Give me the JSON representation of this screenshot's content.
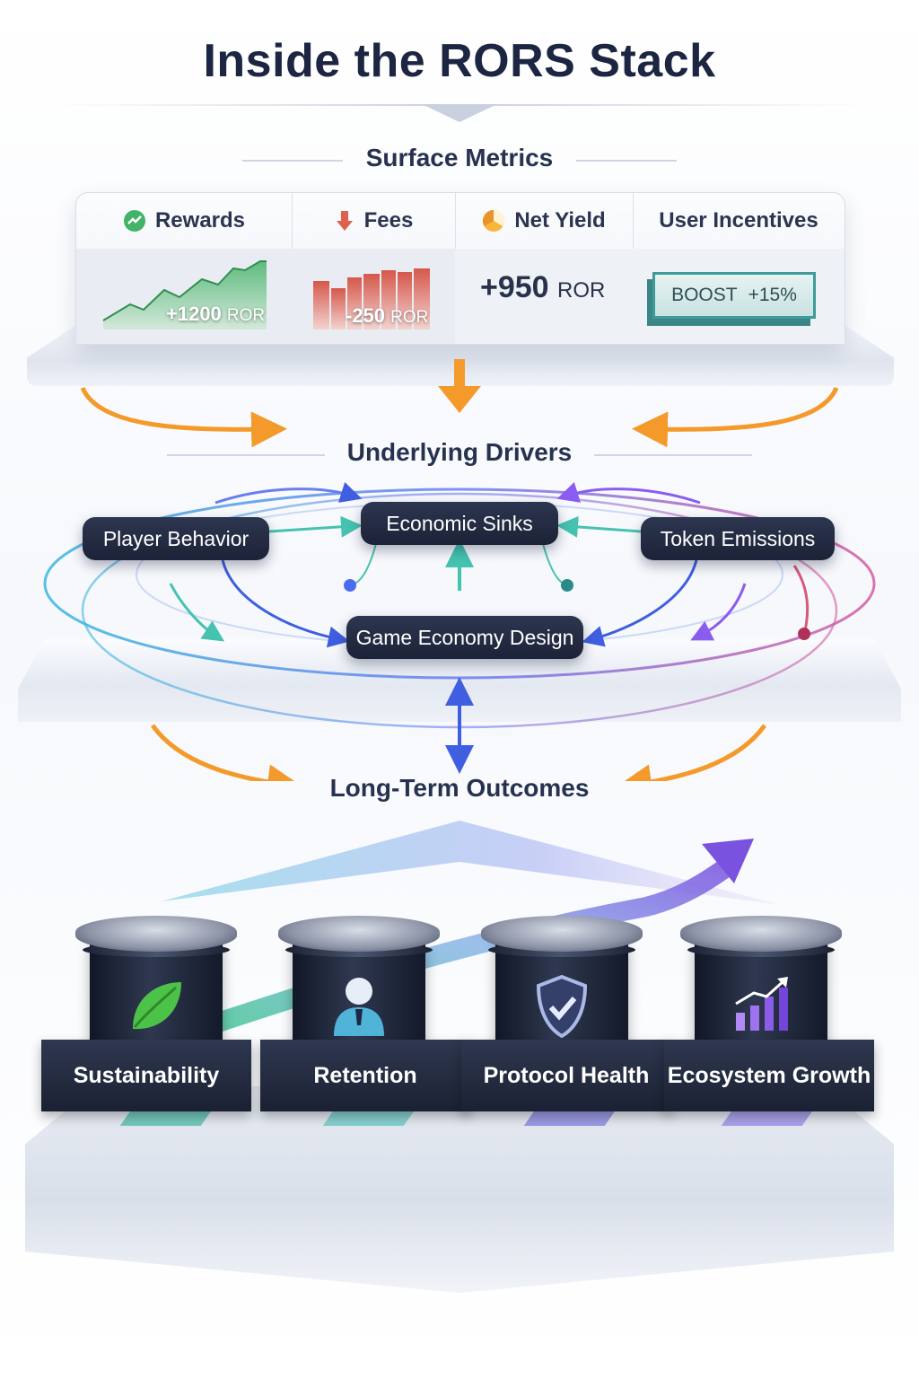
{
  "title": "Inside the RORS Stack",
  "sections": {
    "surface": "Surface Metrics",
    "drivers": "Underlying Drivers",
    "outcomes": "Long-Term Outcomes"
  },
  "metrics": [
    {
      "label": "Rewards",
      "icon": "rewards-icon",
      "value": "+1200",
      "unit": "ROR",
      "color": "#3a9d5d"
    },
    {
      "label": "Fees",
      "icon": "fees-icon",
      "value": "-250",
      "unit": "ROR",
      "color": "#d2564a"
    },
    {
      "label": "Net Yield",
      "icon": "net-yield-icon",
      "value": "+950",
      "unit": "ROR",
      "color": "#f0a020"
    },
    {
      "label": "User Incentives",
      "boost_label": "BOOST",
      "boost_value": "+15%",
      "color": "#3f9a9a"
    }
  ],
  "drivers": {
    "player_behavior": "Player Behavior",
    "economic_sinks": "Economic Sinks",
    "token_emissions": "Token Emissions",
    "game_economy_design": "Game Economy Design"
  },
  "outcomes": [
    {
      "label": "Sustainability",
      "icon": "leaf-icon"
    },
    {
      "label": "Retention",
      "icon": "user-icon"
    },
    {
      "label": "Protocol Health",
      "icon": "shield-check-icon"
    },
    {
      "label": "Ecosystem Growth",
      "icon": "growth-chart-icon"
    }
  ],
  "colors": {
    "flow_orange": "#f39a2b",
    "navy": "#1f2740",
    "accent_blue": "#4a6cf0",
    "accent_purple": "#8a5cf0",
    "accent_teal": "#39b8a8"
  }
}
